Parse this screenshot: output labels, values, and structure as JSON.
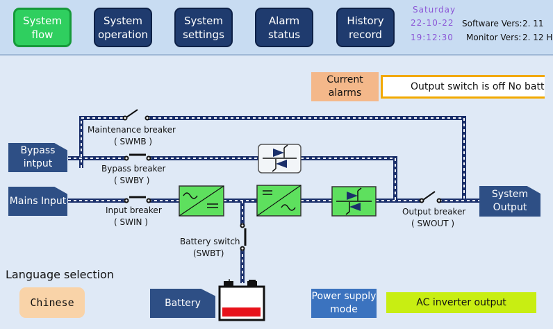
{
  "nav": {
    "system_flow": "System\nflow",
    "system_operation": "System\noperation",
    "system_settings": "System\nsettings",
    "alarm_status": "Alarm\nstatus",
    "history_record": "History\nrecord"
  },
  "clock": {
    "day": "Saturday",
    "date": "22-10-22",
    "time": "19:12:30"
  },
  "versions": {
    "software_label": "Software Vers:",
    "software_value": "2. 11",
    "monitor_label": "Monitor Vers:",
    "monitor_value": "2. 12 H"
  },
  "alarms": {
    "title": "Current\nalarms",
    "text": "Output switch is off  No battery"
  },
  "ports": {
    "bypass_input": "Bypass\nintput",
    "mains_input": "Mains Input",
    "system_output": "System\nOutput",
    "battery": "Battery"
  },
  "breakers": {
    "maintenance": "Maintenance breaker",
    "maintenance_code": "( SWMB )",
    "bypass": "Bypass breaker",
    "bypass_code": "( SWBY )",
    "input": "Input breaker",
    "input_code": "( SWIN )",
    "battery": "Battery switch",
    "battery_code": "(SWBT)",
    "output": "Output breaker",
    "output_code": "( SWOUT )"
  },
  "language": {
    "title": "Language selection",
    "button": "Chinese"
  },
  "mode": {
    "label": "Power supply\nmode",
    "value": "AC inverter output"
  },
  "colors": {
    "nav_bg": "#1f3b6e",
    "nav_active": "#2fcf5f",
    "converter_active": "#5ee05e",
    "mode_value_bg": "#c8ee12",
    "alarm_border": "#f2a900"
  }
}
